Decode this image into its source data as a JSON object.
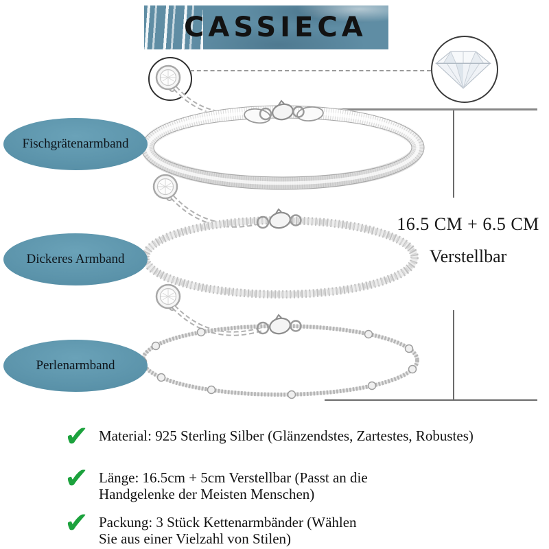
{
  "page": {
    "type": "product-infographic",
    "background": "#ffffff"
  },
  "brand": {
    "logo": "CASSIECA"
  },
  "zoom_callout": {
    "subject": "crystal-charm",
    "detail": "diamond"
  },
  "bracelet_labels": [
    {
      "name": "Fischgrätenarmband"
    },
    {
      "name": "Dickeres Armband"
    },
    {
      "name": "Perlenarmband"
    }
  ],
  "measurement": {
    "line1": "16.5 CM + 6.5 CM",
    "line2": "Verstellbar"
  },
  "features": [
    {
      "icon": "check-icon",
      "line1": "Material: 925 Sterling Silber (Glänzendstes, Zartestes, Robustes)",
      "line2": ""
    },
    {
      "icon": "check-icon",
      "line1": "Länge: 16.5cm + 5cm Verstellbar (Passt an die",
      "line2": "Handgelenke der Meisten Menschen)"
    },
    {
      "icon": "check-icon",
      "line1": "Packung: 3 Stück Kettenarmbänder (Wählen",
      "line2": "Sie aus einer Vielzahl von Stilen)"
    }
  ],
  "icons": {
    "check": "✔"
  },
  "colors": {
    "banner_teal": "#5f8da4",
    "label_teal": "#5b93aa",
    "check_green": "#1ca23d",
    "bracket_gray": "#6b6b6b",
    "text_black": "#131313"
  }
}
